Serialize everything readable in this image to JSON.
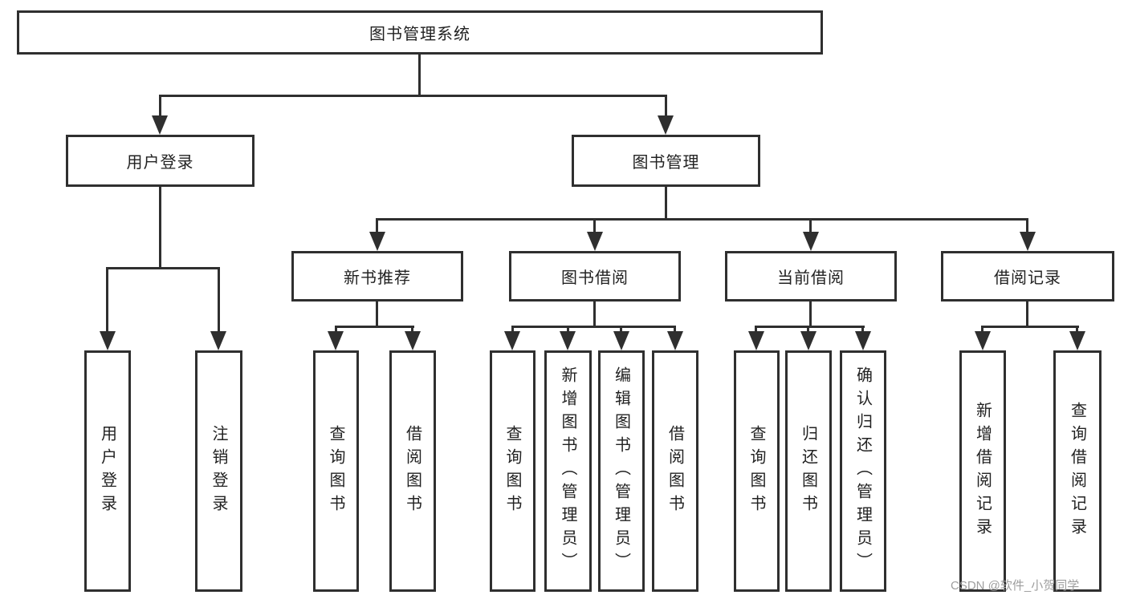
{
  "diagram": {
    "root": "图书管理系统",
    "level2": {
      "user_login": "用户登录",
      "book_mgmt": "图书管理"
    },
    "level3": {
      "new_books": "新书推荐",
      "book_borrow": "图书借阅",
      "current_borrow": "当前借阅",
      "borrow_records": "借阅记录"
    },
    "leaves": {
      "user_login_1": "用户登录",
      "user_login_2": "注销登录",
      "new_books_1": "查询图书",
      "new_books_2": "借阅图书",
      "book_borrow_1": "查询图书",
      "book_borrow_2": "新增图书（管理员）",
      "book_borrow_3": "编辑图书（管理员）",
      "book_borrow_4": "借阅图书",
      "current_borrow_1": "查询图书",
      "current_borrow_2": "归还图书",
      "current_borrow_3": "确认归还（管理员）",
      "borrow_records_1": "新增借阅记录",
      "borrow_records_2": "查询借阅记录"
    }
  },
  "watermark": "CSDN @软件_小贺同学",
  "colors": {
    "line": "#2f2f2f",
    "text": "#222222",
    "watermark": "#9e9e9e",
    "background": "#ffffff"
  }
}
